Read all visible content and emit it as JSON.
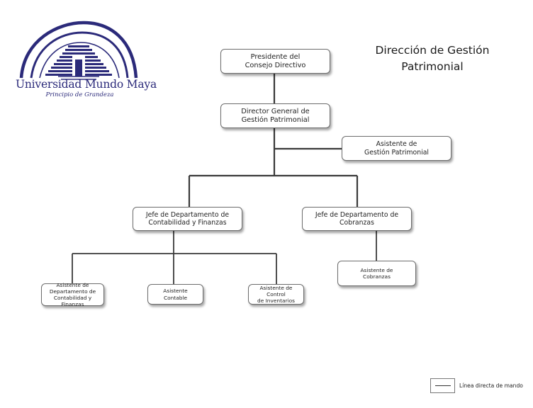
{
  "logo": {
    "name": "Universidad Mundo Maya",
    "tagline": "Principio de Grandeza",
    "colors": {
      "primary": "#2b2a7a"
    }
  },
  "title": "Dirección de Gestión\nPatrimonial",
  "org_chart": {
    "nodes": [
      {
        "id": "presidente",
        "label": "Presidente del\nConsejo Directivo"
      },
      {
        "id": "director",
        "label": "Director General de\nGestión Patrimonial"
      },
      {
        "id": "asistente_gestion",
        "label": "Asistente de\nGestión Patrimonial"
      },
      {
        "id": "jefe_contabilidad",
        "label": "Jefe de Departamento de\nContabilidad y Finanzas"
      },
      {
        "id": "jefe_cobranzas",
        "label": "Jefe de Departamento de\nCobranzas"
      },
      {
        "id": "asistente_depto_contabilidad",
        "label": "Asistente de\nDepartamento de\nContabilidad y Finanzas"
      },
      {
        "id": "asistente_contable",
        "label": "Asistente Contable"
      },
      {
        "id": "asistente_inventarios",
        "label": "Asistente de Control\nde Inventarios"
      },
      {
        "id": "asistente_cobranzas",
        "label": "Asistente de\nCobranzas"
      }
    ],
    "edges": [
      [
        "presidente",
        "director"
      ],
      [
        "director",
        "asistente_gestion"
      ],
      [
        "director",
        "jefe_contabilidad"
      ],
      [
        "director",
        "jefe_cobranzas"
      ],
      [
        "jefe_contabilidad",
        "asistente_depto_contabilidad"
      ],
      [
        "jefe_contabilidad",
        "asistente_contable"
      ],
      [
        "jefe_contabilidad",
        "asistente_inventarios"
      ],
      [
        "jefe_cobranzas",
        "asistente_cobranzas"
      ]
    ]
  },
  "legend": {
    "label": "Línea directa de mando"
  }
}
